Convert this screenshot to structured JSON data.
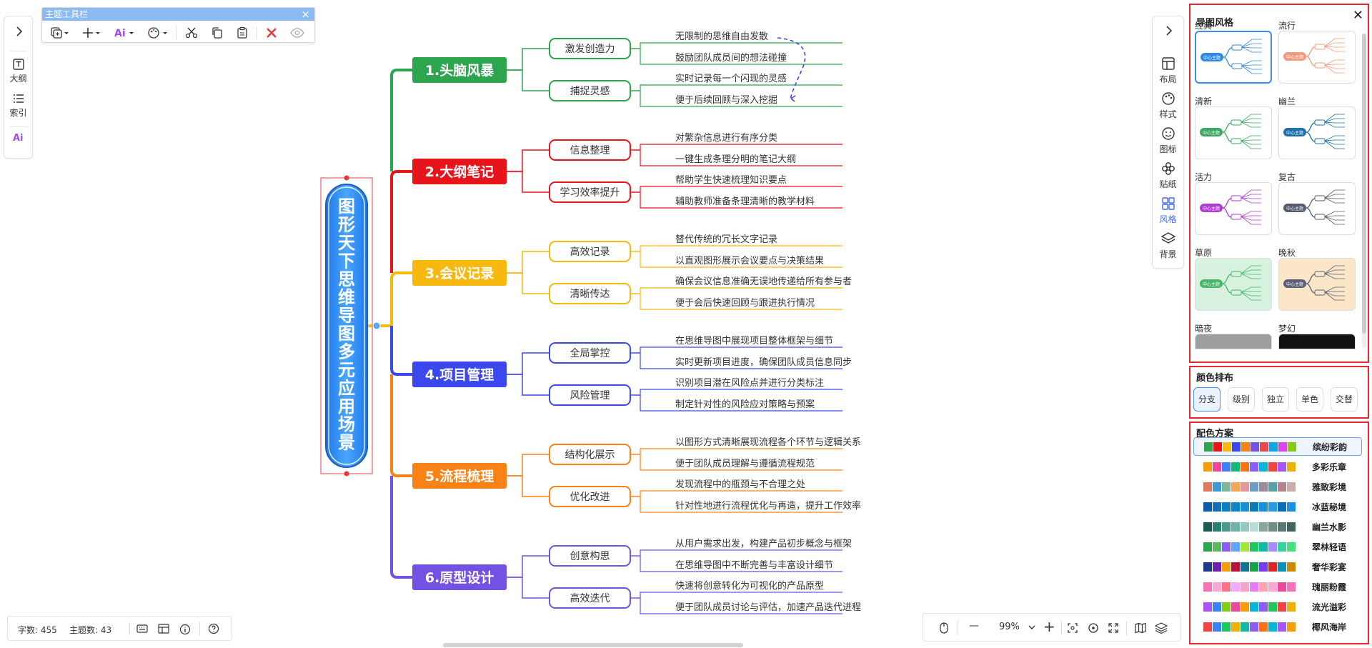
{
  "left_panel": {
    "expand_icon": "chevron-right-icon",
    "items": [
      {
        "label": "大纲",
        "icon": "outline-icon"
      },
      {
        "label": "索引",
        "icon": "index-list-icon"
      },
      {
        "label": "",
        "icon": "ai-icon"
      }
    ]
  },
  "topic_toolbar": {
    "title": "主题工具栏",
    "close": "×",
    "tools": [
      "add-topic-icon",
      "plus-icon",
      "ai-icon",
      "palette-icon",
      "scissors-icon",
      "copy-icon",
      "paste-icon",
      "delete-icon",
      "eye-icon"
    ]
  },
  "mindmap": {
    "root": "图形天下思维导图多元应用场景",
    "branches": [
      {
        "title": "1.头脑风暴",
        "color": "#2da44e",
        "subs": [
          {
            "label": "激发创造力",
            "leaves": [
              "无限制的思维自由发散",
              "鼓励团队成员间的想法碰撞"
            ]
          },
          {
            "label": "捕捉灵感",
            "leaves": [
              "实时记录每一个闪现的灵感",
              "便于后续回顾与深入挖掘"
            ]
          }
        ]
      },
      {
        "title": "2.大纲笔记",
        "color": "#e8141c",
        "subs": [
          {
            "label": "信息整理",
            "leaves": [
              "对繁杂信息进行有序分类",
              "一键生成条理分明的笔记大纲"
            ]
          },
          {
            "label": "学习效率提升",
            "leaves": [
              "帮助学生快速梳理知识要点",
              "辅助教师准备条理清晰的教学材料"
            ]
          }
        ]
      },
      {
        "title": "3.会议记录",
        "color": "#f7b80f",
        "subs": [
          {
            "label": "高效记录",
            "leaves": [
              "替代传统的冗长文字记录",
              "以直观图形展示会议要点与决策结果"
            ]
          },
          {
            "label": "清晰传达",
            "leaves": [
              "确保会议信息准确无误地传递给所有参与者",
              "便于会后快速回顾与跟进执行情况"
            ]
          }
        ]
      },
      {
        "title": "4.项目管理",
        "color": "#3b48ee",
        "subs": [
          {
            "label": "全局掌控",
            "leaves": [
              "在思维导图中展现项目整体框架与细节",
              "实时更新项目进度，确保团队成员信息同步"
            ]
          },
          {
            "label": "风险管理",
            "leaves": [
              "识别项目潜在风险点并进行分类标注",
              "制定针对性的风险应对策略与预案"
            ]
          }
        ]
      },
      {
        "title": "5.流程梳理",
        "color": "#f98216",
        "subs": [
          {
            "label": "结构化展示",
            "leaves": [
              "以图形方式清晰展现流程各个环节与逻辑关系",
              "便于团队成员理解与遵循流程规范"
            ]
          },
          {
            "label": "优化改进",
            "leaves": [
              "发现流程中的瓶颈与不合理之处",
              "针对性地进行流程优化与再造，提升工作效率"
            ]
          }
        ]
      },
      {
        "title": "6.原型设计",
        "color": "#7251e3",
        "subs": [
          {
            "label": "创意构思",
            "leaves": [
              "从用户需求出发，构建产品初步概念与框架",
              "在思维导图中不断完善与丰富设计细节"
            ]
          },
          {
            "label": "高效迭代",
            "leaves": [
              "快速将创意转化为可视化的产品原型",
              "便于团队成员讨论与评估，加速产品迭代进程"
            ]
          }
        ]
      }
    ]
  },
  "right_rail": {
    "expand_icon": "chevron-right-icon",
    "items": [
      {
        "label": "布局",
        "icon": "layout-icon",
        "active": false
      },
      {
        "label": "样式",
        "icon": "palette-icon",
        "active": false
      },
      {
        "label": "图标",
        "icon": "smiley-icon",
        "active": false
      },
      {
        "label": "贴纸",
        "icon": "sticker-icon",
        "active": false
      },
      {
        "label": "风格",
        "icon": "style-grid-icon",
        "active": true
      },
      {
        "label": "背景",
        "icon": "layers-icon",
        "active": false
      }
    ]
  },
  "style_panel": {
    "title": "导图风格",
    "close": "✕",
    "center_label": "中心主题",
    "themes": [
      {
        "name": "经典",
        "bg": "#ffffff",
        "accent": "#2e8ae6",
        "selected": true
      },
      {
        "name": "流行",
        "bg": "#ffffff",
        "accent": "#f39a7b",
        "selected": false
      },
      {
        "name": "清新",
        "bg": "#ffffff",
        "accent": "#3aa860",
        "selected": false
      },
      {
        "name": "幽兰",
        "bg": "#ffffff",
        "accent": "#1f6fa8",
        "selected": false
      },
      {
        "name": "活力",
        "bg": "#ffffff",
        "accent": "#b03ad6",
        "selected": false
      },
      {
        "name": "复古",
        "bg": "#ffffff",
        "accent": "#555a6e",
        "selected": false
      },
      {
        "name": "草原",
        "bg": "#d7f2df",
        "accent": "#48b56b",
        "selected": false
      },
      {
        "name": "晚秋",
        "bg": "#fbe7c7",
        "accent": "#5a5f77",
        "selected": false
      },
      {
        "name": "暗夜",
        "bg": "#9e9e9e",
        "accent": "#444444",
        "selected": false
      },
      {
        "name": "梦幻",
        "bg": "#111111",
        "accent": "#444444",
        "selected": false
      }
    ]
  },
  "color_layout": {
    "title": "颜色排布",
    "options": [
      "分支",
      "级别",
      "独立",
      "单色",
      "交替"
    ],
    "selected": "分支"
  },
  "color_schemes": {
    "title": "配色方案",
    "items": [
      {
        "name": "缤纷彩韵",
        "colors": [
          "#2da44e",
          "#e8141c",
          "#f7b80f",
          "#3b48ee",
          "#f98216",
          "#7251e3",
          "#e5484d",
          "#0ea5e9",
          "#d946ef",
          "#84cc16"
        ],
        "selected": true
      },
      {
        "name": "多彩乐章",
        "colors": [
          "#f59e0b",
          "#ec4899",
          "#3b82f6",
          "#10b981",
          "#f97316",
          "#8b5cf6",
          "#06b6d4",
          "#ef4444",
          "#a855f7",
          "#eab308"
        ],
        "selected": false
      },
      {
        "name": "雅致彩境",
        "colors": [
          "#e07a5f",
          "#3d9ad1",
          "#81b29a",
          "#f2a65a",
          "#e5989b",
          "#6d9dc5",
          "#9a8c98",
          "#56a3a6",
          "#b5838d",
          "#c9ada7"
        ],
        "selected": false
      },
      {
        "name": "冰蓝秘境",
        "colors": [
          "#0b5ea8",
          "#1670b8",
          "#0f7cc4",
          "#1284c9",
          "#1a8fd1",
          "#0e7ab8",
          "#1c90d6",
          "#2a9be0",
          "#0a6db5",
          "#1b8fe0"
        ],
        "selected": false
      },
      {
        "name": "幽兰水影",
        "colors": [
          "#1e5a55",
          "#2e7d75",
          "#4a9a8f",
          "#6fb3a8",
          "#94c9c0",
          "#b9ddd6",
          "#8aa6a0",
          "#6e8f88",
          "#557a73",
          "#3f655e"
        ],
        "selected": false
      },
      {
        "name": "翠林轻语",
        "colors": [
          "#2da44e",
          "#5bb85c",
          "#8b5cf6",
          "#60a5fa",
          "#a3e635",
          "#22c55e",
          "#14b8a6",
          "#a78bfa",
          "#34d399",
          "#4ade80"
        ],
        "selected": false
      },
      {
        "name": "奢华彩宴",
        "colors": [
          "#1e3a8a",
          "#6b21a8",
          "#f59e0b",
          "#be123c",
          "#0e7490",
          "#16a34a",
          "#7c3aed",
          "#dc2626",
          "#0891b2",
          "#ca8a04"
        ],
        "selected": false
      },
      {
        "name": "瑰丽粉霞",
        "colors": [
          "#f472b6",
          "#f9a8d4",
          "#fb7185",
          "#f0abfc",
          "#f5a3c7",
          "#e879f9",
          "#fda4af",
          "#f9a8d4",
          "#ec4899",
          "#f472b6"
        ],
        "selected": false
      },
      {
        "name": "流光溢彩",
        "colors": [
          "#a855f7",
          "#3b82f6",
          "#84cc16",
          "#ec4899",
          "#f59e0b",
          "#06b6d4",
          "#8b5cf6",
          "#22c55e",
          "#ef4444",
          "#eab308"
        ],
        "selected": false
      },
      {
        "name": "椰风海岸",
        "colors": [
          "#ef4444",
          "#3b82f6",
          "#22c55e",
          "#eab308",
          "#14b8a6",
          "#8b5cf6",
          "#f97316",
          "#06b6d4",
          "#a855f7",
          "#f59e0b"
        ],
        "selected": false
      }
    ]
  },
  "status_bar": {
    "word_count": "字数: 455",
    "topic_count": "主题数: 43",
    "icons": [
      "keyboard-icon",
      "layout-toggle-icon",
      "info-icon",
      "help-icon"
    ]
  },
  "zoom_bar": {
    "zoom": "99%",
    "minus": "—",
    "plus": "+",
    "icons": [
      "mouse-icon",
      "fit-icon",
      "center-icon",
      "fullscreen-icon",
      "minimap-icon",
      "layers-icon"
    ]
  }
}
